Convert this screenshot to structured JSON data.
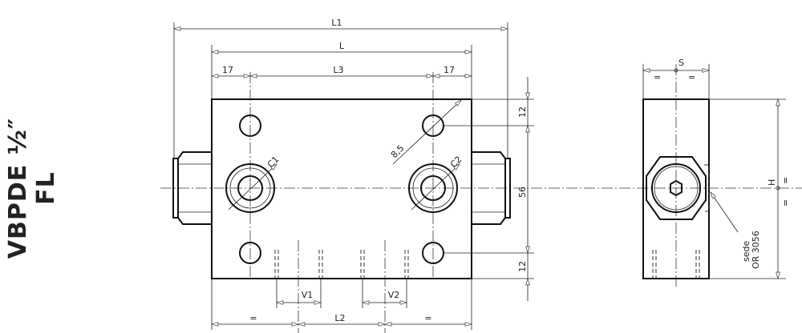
{
  "title": "VBPDE ½″ FL",
  "front_view": {
    "dim_L1": "L1",
    "dim_L": "L",
    "dim_17_left": "17",
    "dim_L3": "L3",
    "dim_17_right": "17",
    "dim_12_top": "12",
    "dim_56": "56",
    "dim_12_bottom": "12",
    "port_C1": "C1",
    "port_C2": "C2",
    "hole_dia": "8,5",
    "dim_V1": "V1",
    "dim_V2": "V2",
    "dim_L2": "L2",
    "equal_left": "=",
    "equal_right": "="
  },
  "side_view": {
    "dim_S": "S",
    "dim_H": "H",
    "equal_marks": "=",
    "seat_label": "sede",
    "seat_code": "OR 3056"
  }
}
